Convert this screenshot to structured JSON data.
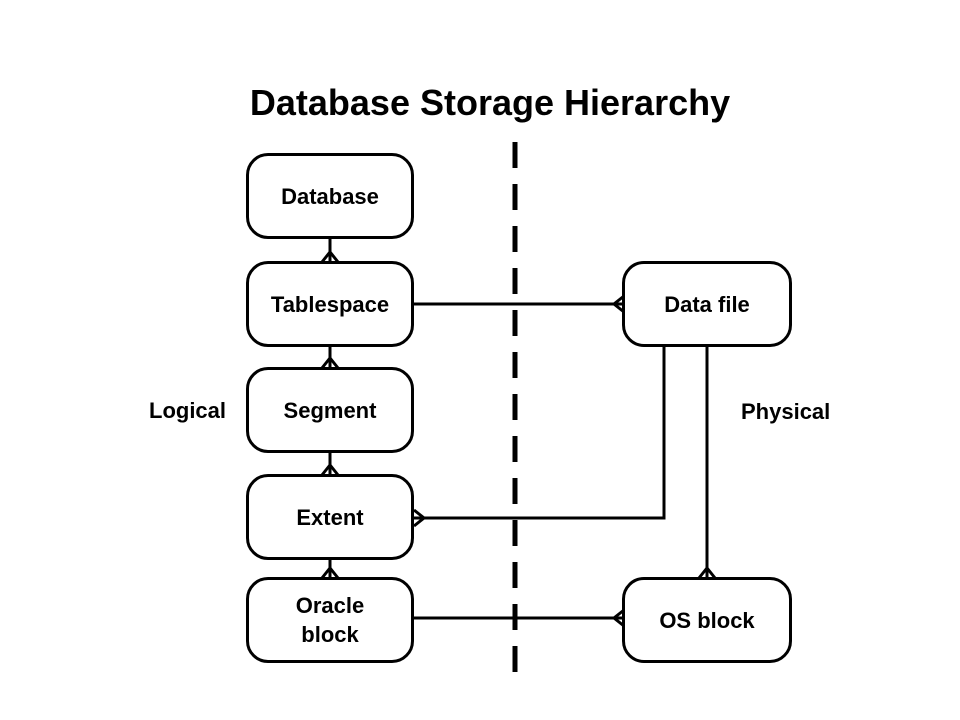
{
  "title": "Database Storage Hierarchy",
  "labels": {
    "logical": "Logical",
    "physical": "Physical"
  },
  "entities": {
    "database": "Database",
    "tablespace": "Tablespace",
    "segment": "Segment",
    "extent": "Extent",
    "oracle_block_line1": "Oracle",
    "oracle_block_line2": "block",
    "data_file": "Data file",
    "os_block": "OS block"
  },
  "relationships": [
    {
      "from": "database",
      "to": "tablespace",
      "type": "one-to-many"
    },
    {
      "from": "tablespace",
      "to": "segment",
      "type": "one-to-many"
    },
    {
      "from": "segment",
      "to": "extent",
      "type": "one-to-many"
    },
    {
      "from": "extent",
      "to": "oracle_block",
      "type": "one-to-many"
    },
    {
      "from": "tablespace",
      "to": "data_file",
      "type": "one-to-many"
    },
    {
      "from": "data_file",
      "to": "extent",
      "type": "one-to-many"
    },
    {
      "from": "data_file",
      "to": "os_block",
      "type": "one-to-many"
    },
    {
      "from": "oracle_block",
      "to": "os_block",
      "type": "one-to-many"
    }
  ]
}
